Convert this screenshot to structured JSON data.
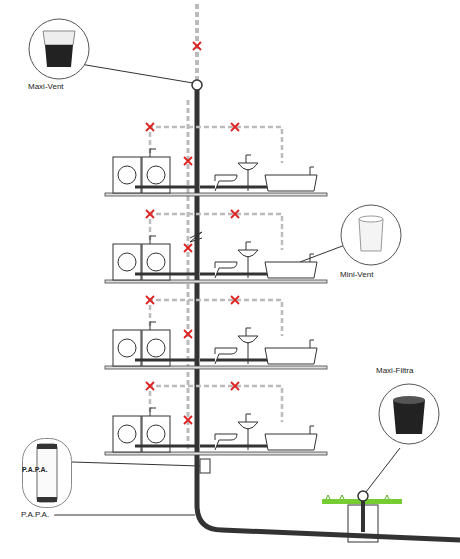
{
  "diagram": {
    "nodes": [
      {
        "text": [
          "Maxi-Vent"
        ]
      },
      {
        "text": [
          "Mini-Vent"
        ]
      },
      {
        "text": [
          "Maxi-Filtra"
        ]
      },
      {
        "text": [
          "P.A.P.A."
        ]
      }
    ],
    "labels": [
      "P.A.P.A."
    ]
  }
}
